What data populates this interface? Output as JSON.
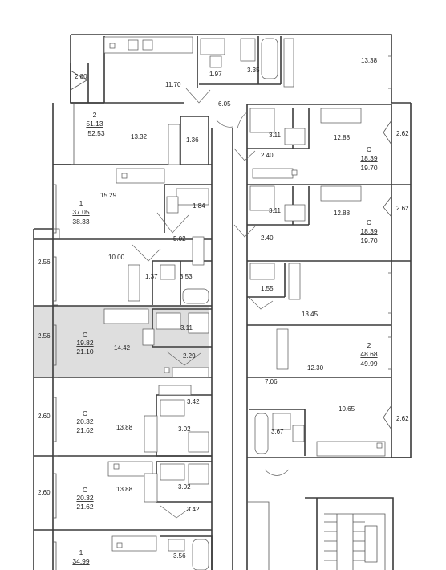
{
  "colors": {
    "wall": "#3a3a3a",
    "highlight": "#dedede",
    "text": "#222222"
  },
  "units": [
    {
      "type": "2",
      "living": "51.13",
      "total": "52.53"
    },
    {
      "type": "1",
      "living": "37.05",
      "total": "38.33"
    },
    {
      "type": "С",
      "living": "19.82",
      "total": "21.10",
      "highlighted": true
    },
    {
      "type": "С",
      "living": "20.32",
      "total": "21.62"
    },
    {
      "type": "С",
      "living": "20.32",
      "total": "21.62"
    },
    {
      "type": "1",
      "living": "34.99",
      "total": ""
    },
    {
      "type": "С",
      "living": "18.39",
      "total": "19.70"
    },
    {
      "type": "С",
      "living": "18.39",
      "total": "19.70"
    },
    {
      "type": "2",
      "living": "48.68",
      "total": "49.99"
    }
  ],
  "rooms": [
    "2.80",
    "11.70",
    "1.97",
    "3.35",
    "13.38",
    "6.05",
    "13.32",
    "1.36",
    "15.29",
    "1.84",
    "5.02",
    "2.56",
    "10.00",
    "1.37",
    "3.53",
    "2.56",
    "14.42",
    "3.11",
    "2.29",
    "3.42",
    "2.60",
    "13.88",
    "3.02",
    "2.60",
    "13.88",
    "3.02",
    "3.42",
    "3.56",
    "3.11",
    "12.88",
    "2.62",
    "2.40",
    "3.11",
    "12.88",
    "2.62",
    "2.40",
    "1.55",
    "13.45",
    "12.30",
    "7.06",
    "10.65",
    "3.67",
    "2.62"
  ]
}
